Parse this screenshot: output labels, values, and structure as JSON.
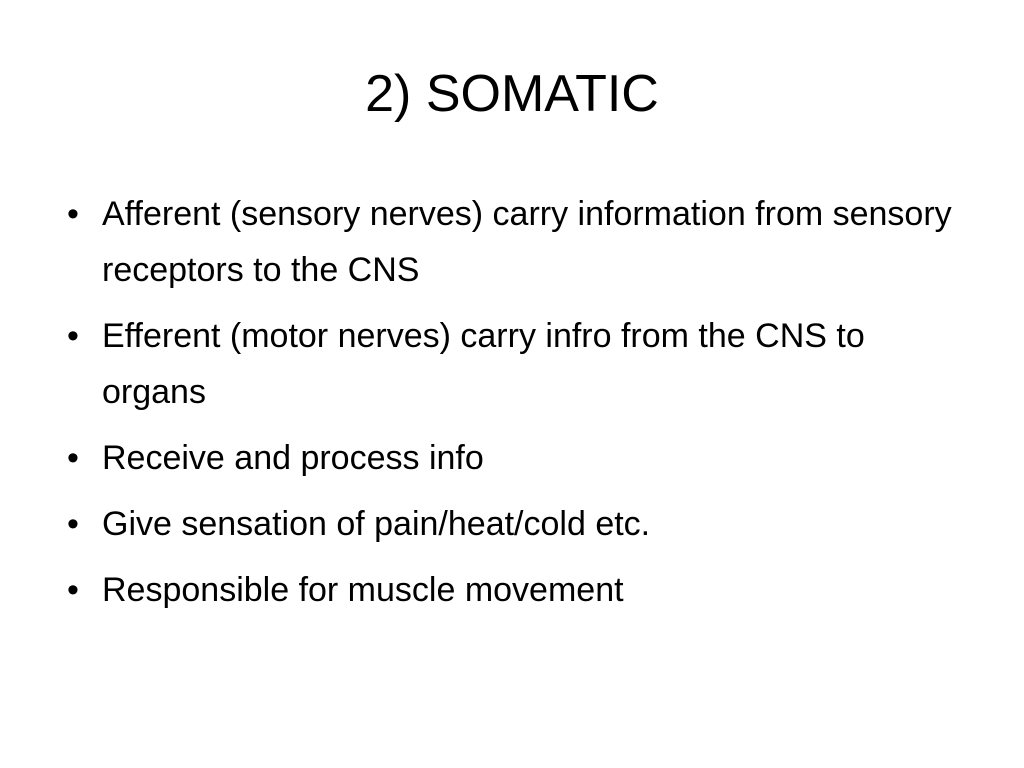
{
  "slide": {
    "title": "2) SOMATIC",
    "bullets": [
      "Afferent (sensory nerves) carry information from sensory receptors to the CNS",
      "Efferent (motor nerves) carry infro from the CNS to organs",
      "Receive and process info",
      "Give sensation of pain/heat/cold etc.",
      "Responsible for muscle movement"
    ]
  }
}
